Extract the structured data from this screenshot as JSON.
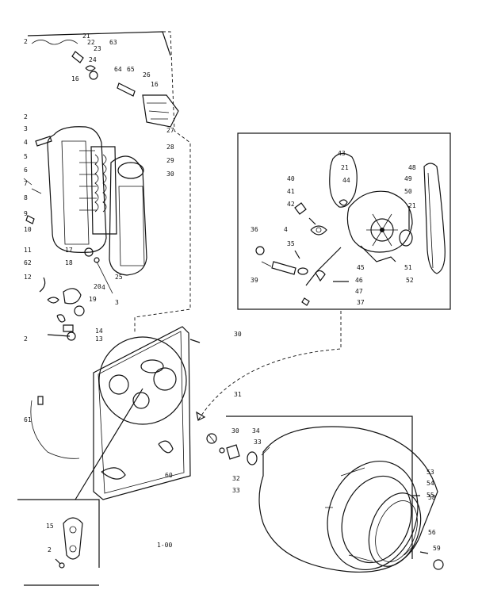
{
  "diagram": {
    "callouts": {
      "top": [
        "21",
        "2",
        "22",
        "23",
        "63",
        "24",
        "64",
        "65",
        "16",
        "26",
        "16",
        "27"
      ],
      "left_column": [
        "2",
        "3",
        "4",
        "5",
        "6",
        "7",
        "8",
        "9",
        "10",
        "11",
        "62",
        "12",
        "2"
      ],
      "heater": [
        "28",
        "29",
        "30",
        "17",
        "18",
        "25",
        "3",
        "4",
        "20",
        "19",
        "14",
        "13"
      ],
      "inset": [
        "43",
        "21",
        "44",
        "48",
        "40",
        "41",
        "42",
        "49",
        "50",
        "21",
        "36",
        "4",
        "35",
        "45",
        "51",
        "52",
        "39",
        "46",
        "47",
        "37"
      ],
      "cabinet": [
        "30",
        "61",
        "31",
        "30",
        "34",
        "33",
        "32",
        "33",
        "60",
        "53",
        "54",
        "55",
        "58",
        "56",
        "59",
        "15",
        "2"
      ]
    },
    "code": "1-00"
  }
}
